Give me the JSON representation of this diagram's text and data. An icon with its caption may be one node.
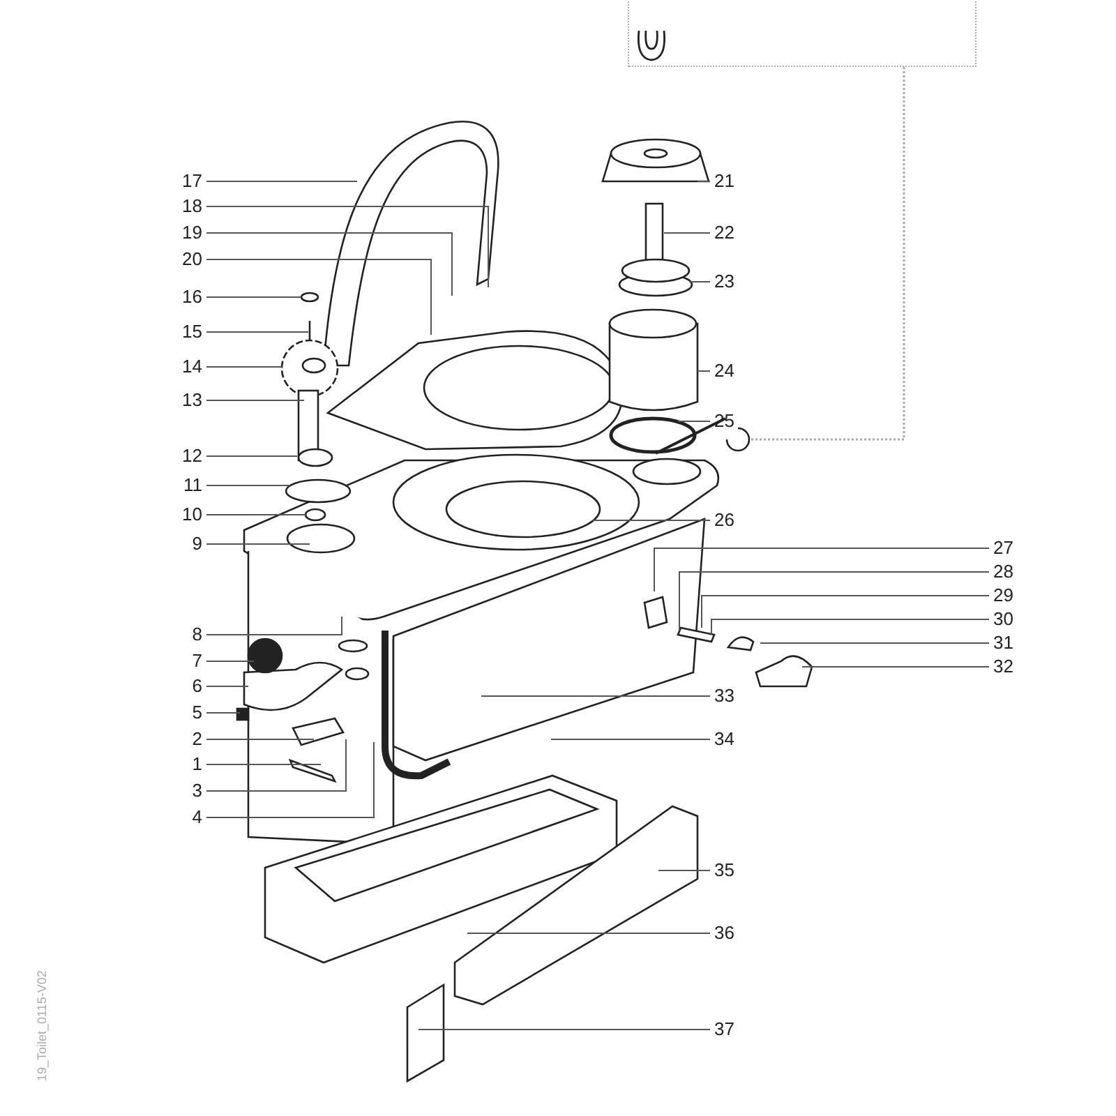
{
  "diagram": {
    "nodes": [
      {
        "text": [],
        "shape": "box"
      },
      {
        "text": [],
        "shape": "circle"
      },
      {
        "text": [
          "1"
        ]
      },
      {
        "text": [
          "2"
        ]
      },
      {
        "text": [
          "3"
        ]
      },
      {
        "text": [
          "4"
        ]
      },
      {
        "text": [
          "5"
        ]
      },
      {
        "text": [
          "6"
        ]
      },
      {
        "text": [
          "7"
        ]
      },
      {
        "text": [
          "8"
        ]
      },
      {
        "text": [
          "9"
        ]
      },
      {
        "text": [
          "10"
        ]
      },
      {
        "text": [
          "11"
        ]
      },
      {
        "text": [
          "12"
        ]
      },
      {
        "text": [
          "13"
        ]
      },
      {
        "text": [
          "14"
        ]
      },
      {
        "text": [
          "15"
        ]
      },
      {
        "text": [
          "16"
        ]
      },
      {
        "text": [
          "17"
        ]
      },
      {
        "text": [
          "18"
        ]
      },
      {
        "text": [
          "19"
        ]
      },
      {
        "text": [
          "20"
        ]
      },
      {
        "text": [
          "21"
        ]
      },
      {
        "text": [
          "22"
        ]
      },
      {
        "text": [
          "23"
        ]
      },
      {
        "text": [
          "24"
        ]
      },
      {
        "text": [
          "25"
        ]
      },
      {
        "text": [
          "26"
        ]
      },
      {
        "text": [
          "27"
        ]
      },
      {
        "text": [
          "28"
        ]
      },
      {
        "text": [
          "29"
        ]
      },
      {
        "text": [
          "30"
        ]
      },
      {
        "text": [
          "31"
        ]
      },
      {
        "text": [
          "32"
        ]
      },
      {
        "text": [
          "33"
        ]
      },
      {
        "text": [
          "34"
        ]
      },
      {
        "text": [
          "35"
        ]
      },
      {
        "text": [
          "36"
        ]
      },
      {
        "text": [
          "37"
        ]
      }
    ],
    "edges": [
      {
        "from": 0,
        "to": 1,
        "arrow": "none",
        "style": "dashed"
      },
      {
        "from": 2,
        "to": null,
        "arrow": "none"
      },
      {
        "from": 3,
        "to": null,
        "arrow": "none"
      },
      {
        "from": 4,
        "to": null,
        "arrow": "none"
      },
      {
        "from": 5,
        "to": null,
        "arrow": "none"
      },
      {
        "from": 6,
        "to": null,
        "arrow": "none"
      },
      {
        "from": 7,
        "to": null,
        "arrow": "none"
      },
      {
        "from": 8,
        "to": null,
        "arrow": "none"
      },
      {
        "from": 9,
        "to": null,
        "arrow": "none"
      },
      {
        "from": 10,
        "to": null,
        "arrow": "none"
      },
      {
        "from": 11,
        "to": null,
        "arrow": "none"
      },
      {
        "from": 12,
        "to": null,
        "arrow": "none"
      },
      {
        "from": 13,
        "to": null,
        "arrow": "none"
      },
      {
        "from": 14,
        "to": null,
        "arrow": "none"
      },
      {
        "from": 15,
        "to": null,
        "arrow": "none"
      },
      {
        "from": 16,
        "to": null,
        "arrow": "none"
      },
      {
        "from": 17,
        "to": null,
        "arrow": "none"
      },
      {
        "from": 18,
        "to": null,
        "arrow": "none"
      },
      {
        "from": 19,
        "to": null,
        "arrow": "none"
      },
      {
        "from": 20,
        "to": null,
        "arrow": "none"
      },
      {
        "from": 21,
        "to": null,
        "arrow": "none"
      },
      {
        "from": 22,
        "to": null,
        "arrow": "none"
      },
      {
        "from": 23,
        "to": null,
        "arrow": "none"
      },
      {
        "from": 24,
        "to": null,
        "arrow": "none"
      },
      {
        "from": 25,
        "to": null,
        "arrow": "none"
      },
      {
        "from": 26,
        "to": null,
        "arrow": "none"
      },
      {
        "from": 27,
        "to": null,
        "arrow": "none"
      },
      {
        "from": 28,
        "to": null,
        "arrow": "none"
      },
      {
        "from": 29,
        "to": null,
        "arrow": "none"
      },
      {
        "from": 30,
        "to": null,
        "arrow": "none"
      },
      {
        "from": 31,
        "to": null,
        "arrow": "none"
      },
      {
        "from": 32,
        "to": null,
        "arrow": "none"
      },
      {
        "from": 33,
        "to": null,
        "arrow": "none"
      },
      {
        "from": 34,
        "to": null,
        "arrow": "none"
      },
      {
        "from": 35,
        "to": null,
        "arrow": "none"
      },
      {
        "from": 36,
        "to": null,
        "arrow": "none"
      },
      {
        "from": 37,
        "to": null,
        "arrow": "none"
      },
      {
        "from": 38,
        "to": null,
        "arrow": "none"
      }
    ],
    "labels": [
      "19_Toilet_0115-V02"
    ]
  }
}
